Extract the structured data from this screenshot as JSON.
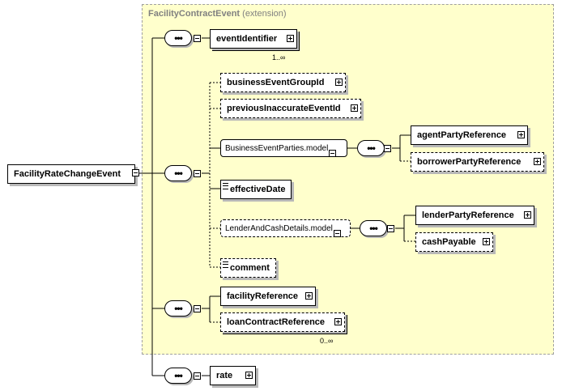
{
  "extension": {
    "name": "FacilityContractEvent",
    "suffix": "(extension)"
  },
  "root": {
    "label": "FacilityRateChangeEvent"
  },
  "elements": {
    "event_identifier": {
      "label": "eventIdentifier",
      "cardinality": "1..∞"
    },
    "business_event_group_id": {
      "label": "businessEventGroupId"
    },
    "previous_inaccurate_event_id": {
      "label": "previousInaccurateEventId"
    },
    "business_event_parties_model": {
      "label": "BusinessEventParties.model"
    },
    "agent_party_reference": {
      "label": "agentPartyReference"
    },
    "borrower_party_reference": {
      "label": "borrowerPartyReference"
    },
    "effective_date": {
      "label": "effectiveDate"
    },
    "lender_and_cash_details_model": {
      "label": "LenderAndCashDetails.model"
    },
    "lender_party_reference": {
      "label": "lenderPartyReference"
    },
    "cash_payable": {
      "label": "cashPayable"
    },
    "comment": {
      "label": "comment"
    },
    "facility_reference": {
      "label": "facilityReference"
    },
    "loan_contract_reference": {
      "label": "loanContractReference",
      "cardinality": "0..∞"
    },
    "rate": {
      "label": "rate"
    }
  },
  "sequence_symbol": "•••"
}
